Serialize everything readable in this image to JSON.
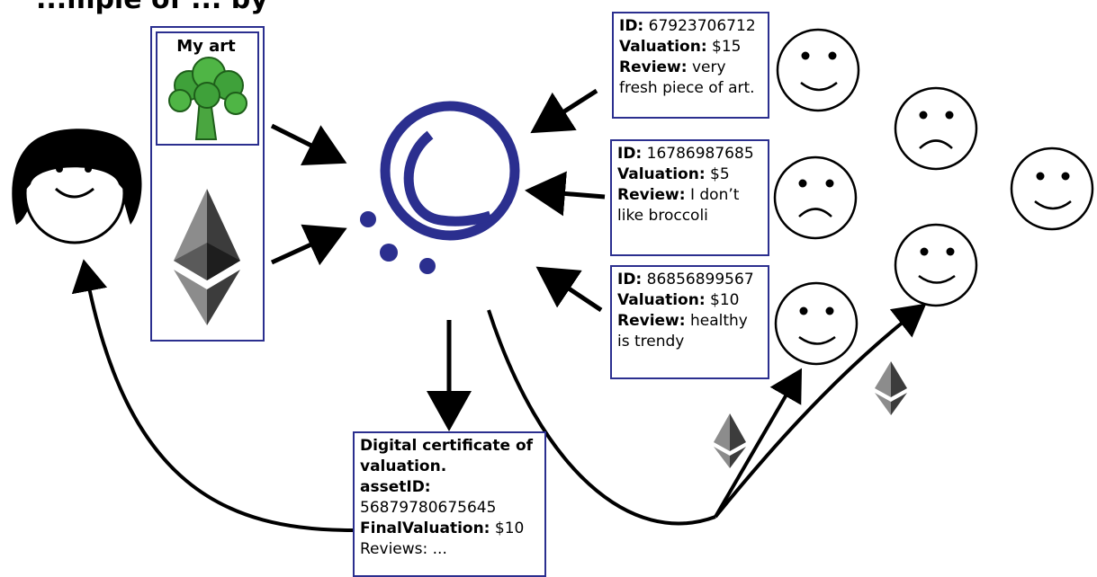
{
  "title": "...mple of ... by",
  "art_label": "My art",
  "reviews": [
    {
      "id_label": "ID:",
      "id_value": " 67923706712",
      "val_label": "Valuation:",
      "val_value": " $15",
      "review_label": "Review:",
      "review_line1": " very",
      "review_line2": "fresh piece of art."
    },
    {
      "id_label": "ID:",
      "id_value": " 16786987685",
      "val_label": "Valuation:",
      "val_value": " $5",
      "review_label": "Review:",
      "review_line1": " I don’t",
      "review_line2": "like broccoli"
    },
    {
      "id_label": "ID:",
      "id_value": " 86856899567",
      "val_label": "Valuation:",
      "val_value": " $10",
      "review_label": "Review:",
      "review_line1": " healthy",
      "review_line2": "is trendy"
    }
  ],
  "certificate": {
    "line1": "Digital certificate of",
    "line2": "valuation.",
    "asset_label": "assetID:",
    "asset_value": "56879780675645",
    "final_label": "FinalValuation:",
    "final_value": " $10",
    "reviews_text": "Reviews: ..."
  },
  "colors": {
    "brand": "#2b2f8f",
    "ink": "#000000",
    "broccoli": "#3fa13a",
    "eth_dark": "#3c3c3c",
    "eth_light": "#8c8c8c"
  },
  "icons": [
    "artist-avatar-icon",
    "broccoli-art-icon",
    "ethereum-icon",
    "platform-logo-icon",
    "happy-face-icon",
    "sad-face-icon"
  ]
}
